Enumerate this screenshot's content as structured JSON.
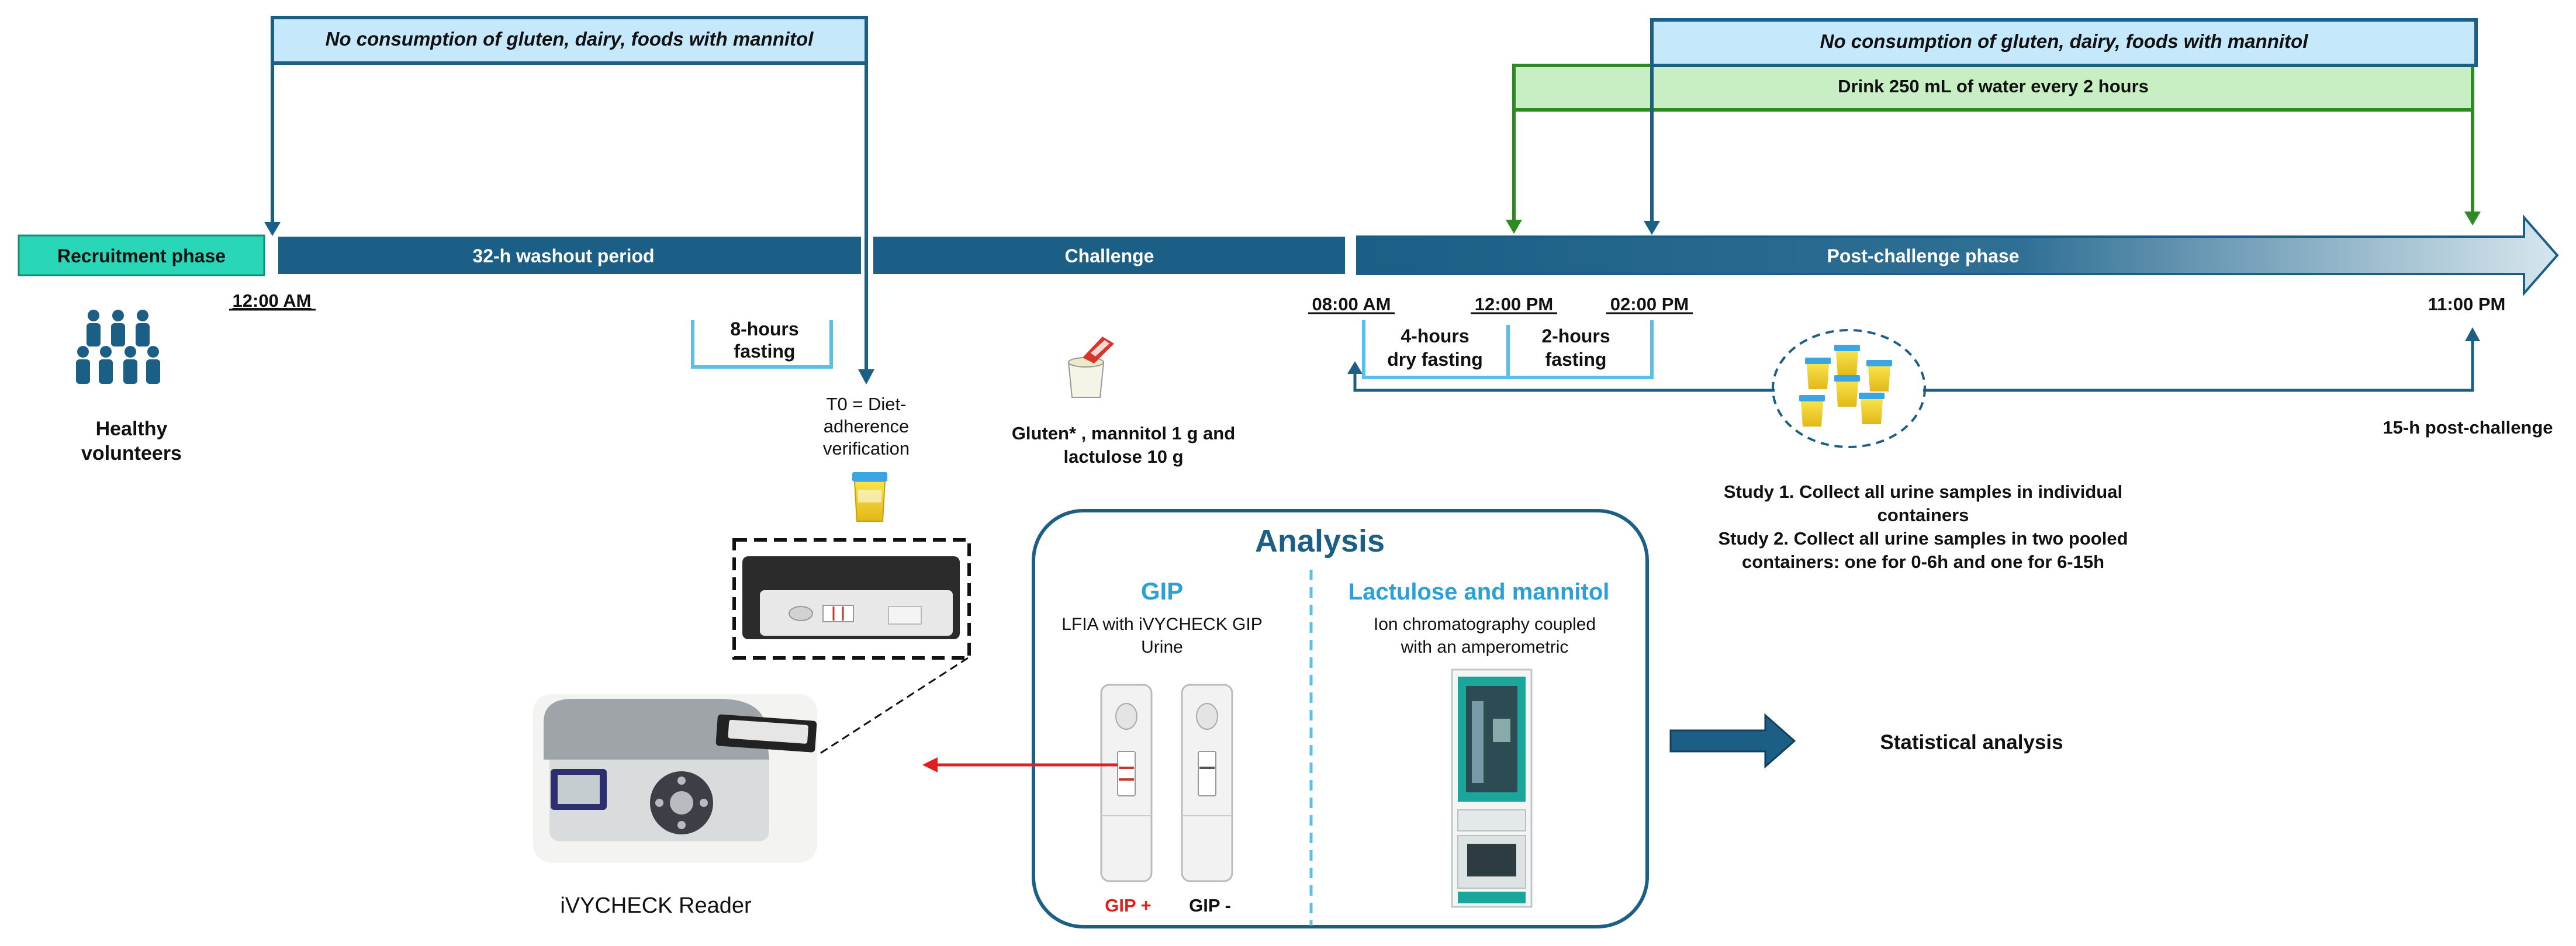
{
  "top_band_left": "No consumption of gluten, dairy, foods with mannitol",
  "top_band_right": "No consumption of gluten, dairy, foods with mannitol",
  "water_band": "Drink 250 mL of water every 2 hours",
  "phases": {
    "recruitment": "Recruitment phase",
    "washout": "32-h washout period",
    "challenge": "Challenge",
    "post": "Post-challenge phase"
  },
  "times": {
    "t1200am": "12:00  AM",
    "t0800am": "08:00  AM",
    "t1200pm": "12:00  PM",
    "t0200pm": "02:00  PM",
    "t1100pm": "11:00  PM"
  },
  "volunteers": [
    "Healthy",
    "volunteers"
  ],
  "fasting8": [
    "8-hours",
    "fasting"
  ],
  "t0": [
    "T0 = Diet-",
    "adherence",
    "verification"
  ],
  "challenge_desc": [
    "Gluten* , mannitol 1 g and",
    "lactulose 10 g"
  ],
  "fasting4": [
    "4-hours",
    "dry fasting"
  ],
  "fasting2": [
    "2-hours",
    "fasting"
  ],
  "post15": "15-h post-challenge",
  "study": [
    "Study 1. Collect all urine samples in individual",
    "containers",
    "Study 2. Collect all urine samples in two pooled",
    "containers: one for 0-6h and one for 6-15h"
  ],
  "analysis": {
    "title": "Analysis",
    "gip_title": "GIP",
    "gip_desc": [
      "LFIA with iVYCHECK GIP",
      "Urine"
    ],
    "lm_title": "Lactulose and mannitol",
    "lm_desc": [
      "Ion chromatography coupled",
      "with an amperometric"
    ],
    "gip_pos": "GIP +",
    "gip_neg": "GIP -"
  },
  "reader": "iVYCHECK Reader",
  "statistical": "Statistical analysis",
  "colors": {
    "dark_blue": "#1b5f86",
    "light_blue_band": "#c5e8fb",
    "teal": "#2ad6b8",
    "green": "#2e8b24",
    "light_green": "#c8efc3",
    "sky_line": "#5bc0e8",
    "red": "#e02020"
  }
}
